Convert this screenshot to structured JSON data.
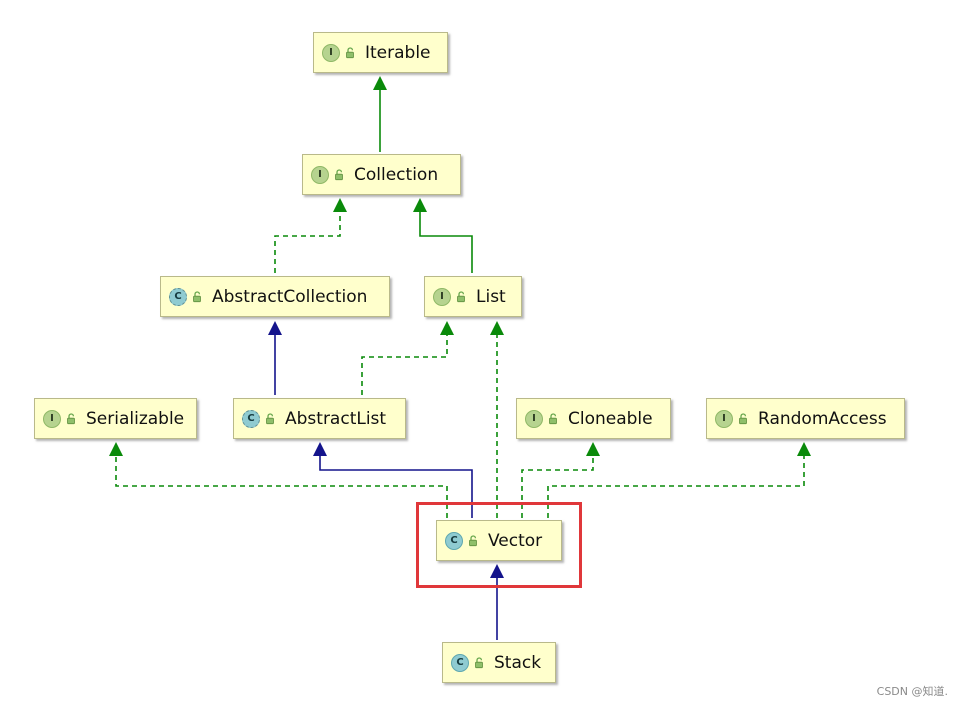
{
  "diagram": {
    "nodes": [
      {
        "id": "iterable",
        "kind": "interface",
        "badge": "I",
        "label": "Iterable"
      },
      {
        "id": "collection",
        "kind": "interface",
        "badge": "I",
        "label": "Collection"
      },
      {
        "id": "abstract-collection",
        "kind": "abstract-class",
        "badge": "C",
        "label": "AbstractCollection"
      },
      {
        "id": "list",
        "kind": "interface",
        "badge": "I",
        "label": "List"
      },
      {
        "id": "serializable",
        "kind": "interface",
        "badge": "I",
        "label": "Serializable"
      },
      {
        "id": "abstract-list",
        "kind": "abstract-class",
        "badge": "C",
        "label": "AbstractList"
      },
      {
        "id": "cloneable",
        "kind": "interface",
        "badge": "I",
        "label": "Cloneable"
      },
      {
        "id": "random-access",
        "kind": "interface",
        "badge": "I",
        "label": "RandomAccess"
      },
      {
        "id": "vector",
        "kind": "class",
        "badge": "C",
        "label": "Vector"
      },
      {
        "id": "stack",
        "kind": "class",
        "badge": "C",
        "label": "Stack"
      }
    ],
    "edges": [
      {
        "from": "collection",
        "to": "iterable",
        "type": "extends-interface"
      },
      {
        "from": "abstract-collection",
        "to": "collection",
        "type": "implements"
      },
      {
        "from": "list",
        "to": "collection",
        "type": "extends-interface"
      },
      {
        "from": "abstract-list",
        "to": "abstract-collection",
        "type": "extends-class"
      },
      {
        "from": "abstract-list",
        "to": "list",
        "type": "implements"
      },
      {
        "from": "vector",
        "to": "serializable",
        "type": "implements"
      },
      {
        "from": "vector",
        "to": "abstract-list",
        "type": "extends-class"
      },
      {
        "from": "vector",
        "to": "list",
        "type": "implements"
      },
      {
        "from": "vector",
        "to": "cloneable",
        "type": "implements"
      },
      {
        "from": "vector",
        "to": "random-access",
        "type": "implements"
      },
      {
        "from": "stack",
        "to": "vector",
        "type": "extends-class"
      }
    ],
    "highlighted": "vector"
  },
  "colors": {
    "interface_edge": "#0a8a0a",
    "class_edge": "#14148c",
    "node_fill": "#ffffcc",
    "highlight": "#e0373a"
  },
  "watermark": "CSDN @知道."
}
